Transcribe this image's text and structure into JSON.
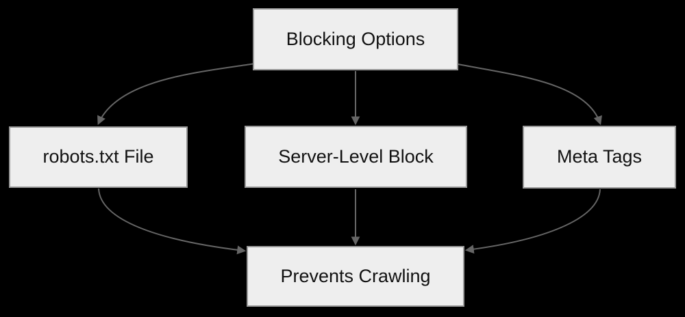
{
  "diagram": {
    "type": "flowchart",
    "colors": {
      "bg": "#000000",
      "fill": "#eeeeee",
      "border": "#999999",
      "arrow": "#666666",
      "text": "#111111"
    },
    "nodes": {
      "blocking_options": {
        "label": "Blocking Options"
      },
      "robots_txt": {
        "label": "robots.txt File"
      },
      "server_level": {
        "label": "Server-Level Block"
      },
      "meta_tags": {
        "label": "Meta Tags"
      },
      "prevents_crawling": {
        "label": "Prevents Crawling"
      }
    },
    "edges": [
      {
        "from": "blocking_options",
        "to": "robots_txt"
      },
      {
        "from": "blocking_options",
        "to": "server_level"
      },
      {
        "from": "blocking_options",
        "to": "meta_tags"
      },
      {
        "from": "robots_txt",
        "to": "prevents_crawling"
      },
      {
        "from": "server_level",
        "to": "prevents_crawling"
      },
      {
        "from": "meta_tags",
        "to": "prevents_crawling"
      }
    ]
  }
}
